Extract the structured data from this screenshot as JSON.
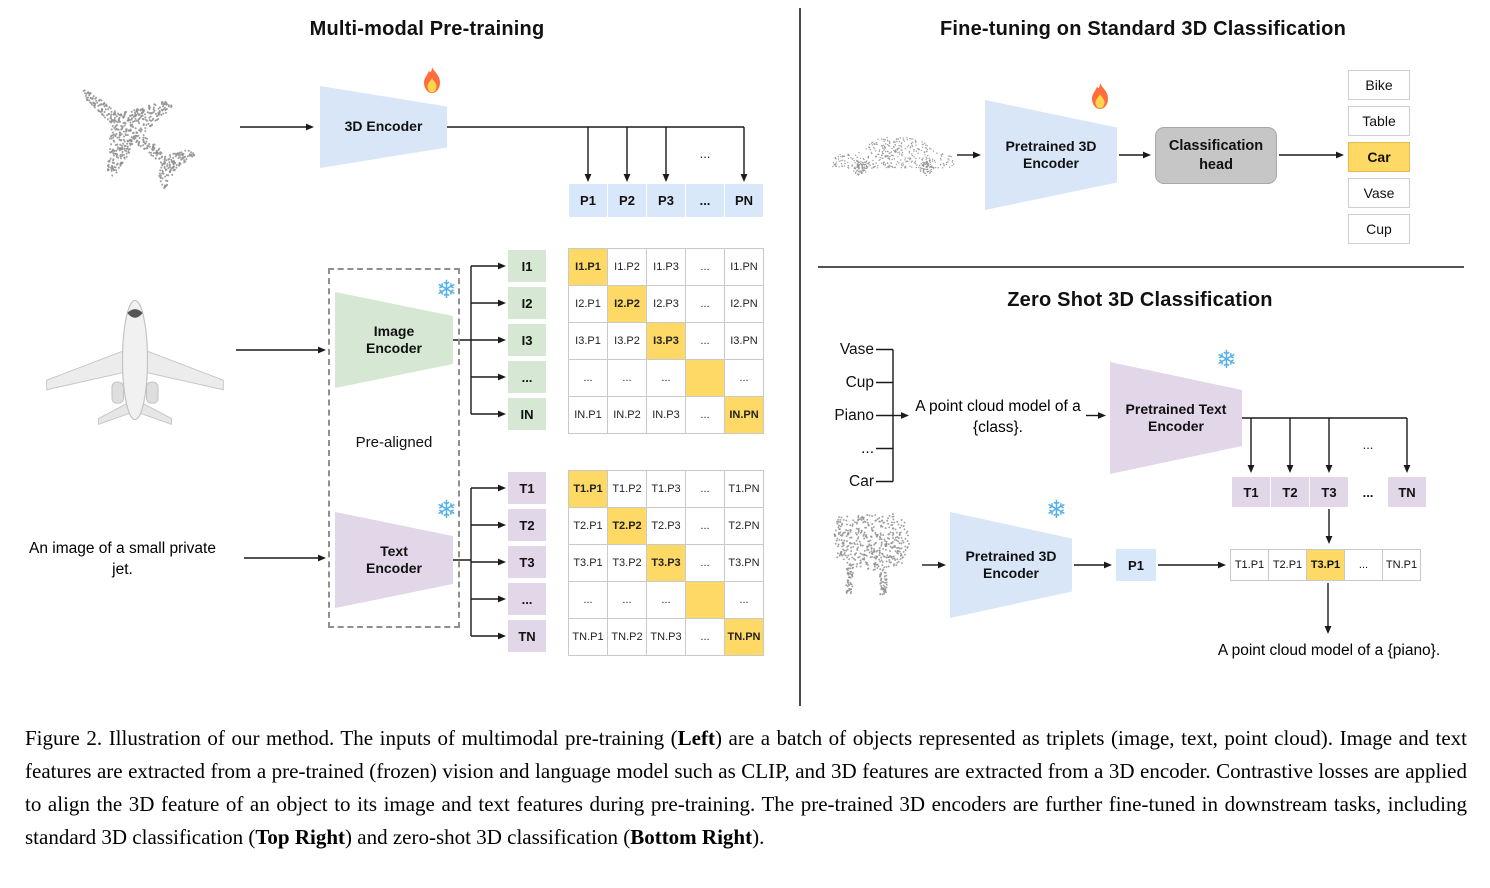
{
  "colors": {
    "encoder_blue": "#d9e6f8",
    "encoder_green": "#d6e8d4",
    "encoder_purple": "#e2d6e9",
    "cell_blue": "#d9e7fa",
    "highlight_orange": "#ffd966",
    "head_gray": "#c6c6c6"
  },
  "pretraining": {
    "title": "Multi-modal Pre-training",
    "encoder_3d": {
      "label": "3D Encoder",
      "state_icon": "fire-icon"
    },
    "image_encoder": {
      "label": "Image Encoder",
      "state_icon": "snowflake-icon"
    },
    "text_encoder": {
      "label": "Text Encoder",
      "state_icon": "snowflake-icon"
    },
    "prealigned_label": "Pre-aligned",
    "image_caption": "An image of a small private jet.",
    "dots": "...",
    "p_row": [
      "P1",
      "P2",
      "P3",
      "...",
      "PN"
    ],
    "i_col": [
      "I1",
      "I2",
      "I3",
      "...",
      "IN"
    ],
    "t_col": [
      "T1",
      "T2",
      "T3",
      "...",
      "TN"
    ],
    "image_matrix": [
      [
        "I1.P1",
        "I1.P2",
        "I1.P3",
        "...",
        "I1.PN"
      ],
      [
        "I2.P1",
        "I2.P2",
        "I2.P3",
        "...",
        "I2.PN"
      ],
      [
        "I3.P1",
        "I3.P2",
        "I3.P3",
        "...",
        "I3.PN"
      ],
      [
        "...",
        "...",
        "...",
        "",
        "..."
      ],
      [
        "IN.P1",
        "IN.P2",
        "IN.P3",
        "...",
        "IN.PN"
      ]
    ],
    "text_matrix": [
      [
        "T1.P1",
        "T1.P2",
        "T1.P3",
        "...",
        "T1.PN"
      ],
      [
        "T2.P1",
        "T2.P2",
        "T2.P3",
        "...",
        "T2.PN"
      ],
      [
        "T3.P1",
        "T3.P2",
        "T3.P3",
        "...",
        "T3.PN"
      ],
      [
        "...",
        "...",
        "...",
        "",
        "..."
      ],
      [
        "TN.P1",
        "TN.P2",
        "TN.P3",
        "...",
        "TN.PN"
      ]
    ]
  },
  "finetune": {
    "title": "Fine-tuning on Standard 3D Classification",
    "encoder": {
      "label": "Pretrained 3D Encoder",
      "state_icon": "fire-icon"
    },
    "head": {
      "label": "Classification head"
    },
    "classes": [
      "Bike",
      "Table",
      "Car",
      "Vase",
      "Cup"
    ],
    "predicted_class": "Car"
  },
  "zeroshot": {
    "title": "Zero Shot 3D Classification",
    "classes": [
      "Vase",
      "Cup",
      "Piano",
      "...",
      "Car"
    ],
    "prompt": "A point cloud model of a {class}.",
    "text_encoder": {
      "label": "Pretrained Text Encoder",
      "state_icon": "snowflake-icon"
    },
    "encoder_3d": {
      "label": "Pretrained 3D Encoder",
      "state_icon": "snowflake-icon"
    },
    "dots": "...",
    "t_row": [
      "T1",
      "T2",
      "T3",
      "...",
      "TN"
    ],
    "p_cell": "P1",
    "sim_row": [
      "T1.P1",
      "T2.P1",
      "T3.P1",
      "...",
      "TN.P1"
    ],
    "highlighted_sim": "T3.P1",
    "result": "A point cloud model of a {piano}."
  },
  "caption": {
    "s1": "Figure 2. Illustration of our method. The inputs of multimodal pre-training (",
    "b1": "Left",
    "s2": ") are a batch of objects represented as triplets (image, text, point cloud). Image and text features are extracted from a pre-trained (frozen) vision and language model such as CLIP, and 3D features are extracted from a 3D encoder. Contrastive losses are applied to align the 3D feature of an object to its image and text features during pre-training. The pre-trained 3D encoders are further fine-tuned in downstream tasks, including standard 3D classification (",
    "b2": "Top Right",
    "s3": ") and zero-shot 3D classification (",
    "b3": "Bottom Right",
    "s4": ")."
  }
}
